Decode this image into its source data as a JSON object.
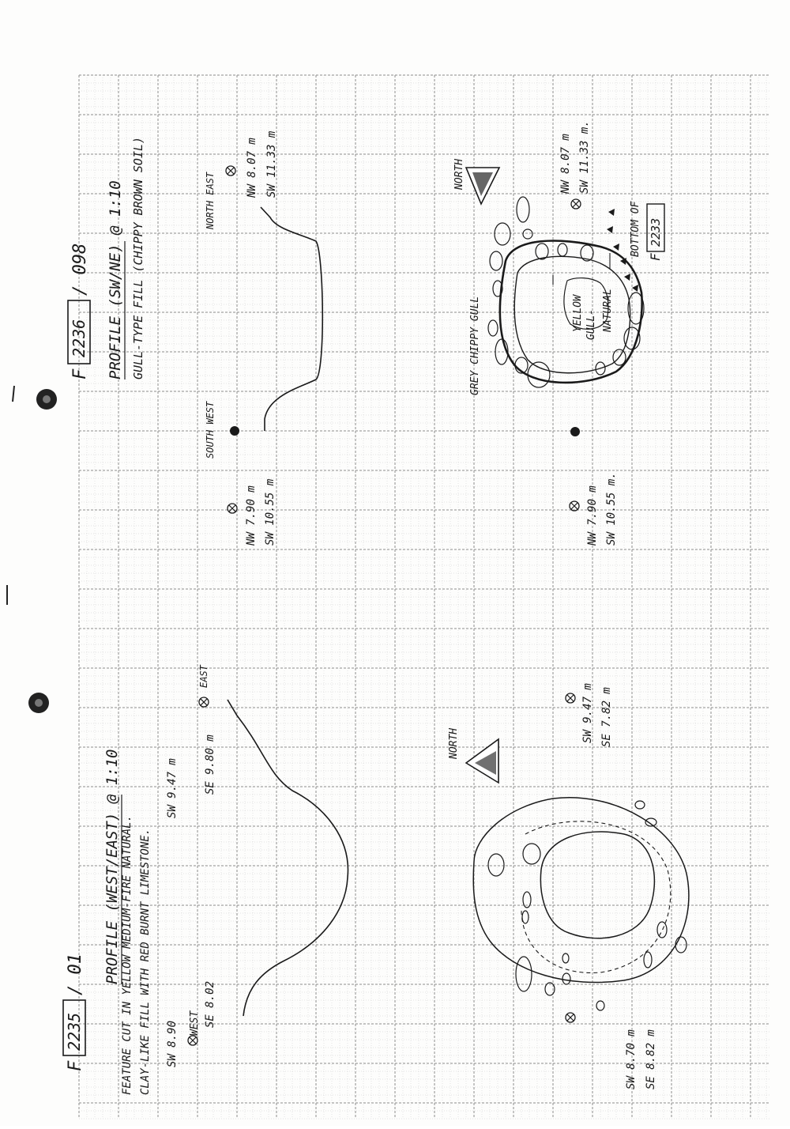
{
  "colors": {
    "ink": "#1a1a1a",
    "grid_minor": "#c9c9c9",
    "grid_major": "#8d8d8d",
    "paper": "#fdfdfc"
  },
  "lower_drawing": {
    "context_prefix": "F",
    "context_number": "2235",
    "context_suffix": "/ 01",
    "title": "PROFILE (WEST/EAST) @ 1:10",
    "description_1": "FEATURE CUT IN YELLOW MEDIUM-FIRE NATURAL.",
    "description_2": "CLAY-LIKE FILL WITH RED BURNT LIMESTONE.",
    "west_label": "WEST",
    "east_label": "EAST",
    "west_sw": "SW 8.90",
    "west_se": "SE 8.02",
    "east_sw": "SW 9.47 m",
    "east_se": "SE 9.80 m",
    "north_label": "NORTH",
    "plan_point1_sw": "SW 9.47 m",
    "plan_point1_se": "SE 7.82 m",
    "plan_point2_sw": "SW 8.70 m",
    "plan_point2_se": "SE 8.82 m"
  },
  "upper_drawing": {
    "context_prefix": "F",
    "context_number": "2236",
    "context_suffix": "/ 098",
    "title": "PROFILE (SW/NE) @ 1:10",
    "description": "GULL-TYPE FILL (CHIPPY BROWN SOIL)",
    "ne_label": "NORTH EAST",
    "ne_nw": "NW 8.07 m",
    "ne_sw": "SW 11.33 m",
    "sw_label": "SOUTH WEST",
    "sw_nw": "NW 7.90 m",
    "sw_sw": "SW 10.55 m",
    "north_label": "NORTH",
    "plan_ne_nw": "NW 8.07 m",
    "plan_ne_sw": "SW 11.33 m.",
    "plan_sw_nw": "NW 7.90 m",
    "plan_sw_sw": "SW 10.55 m.",
    "grey_label": "GREY CHIPPY GULL",
    "yellow_label_1": "YELLOW",
    "yellow_label_2": "GULL-",
    "yellow_label_3": "NATURAL",
    "bottom_label": "BOTTOM OF",
    "bottom_prefix": "F",
    "bottom_context": "2233"
  }
}
